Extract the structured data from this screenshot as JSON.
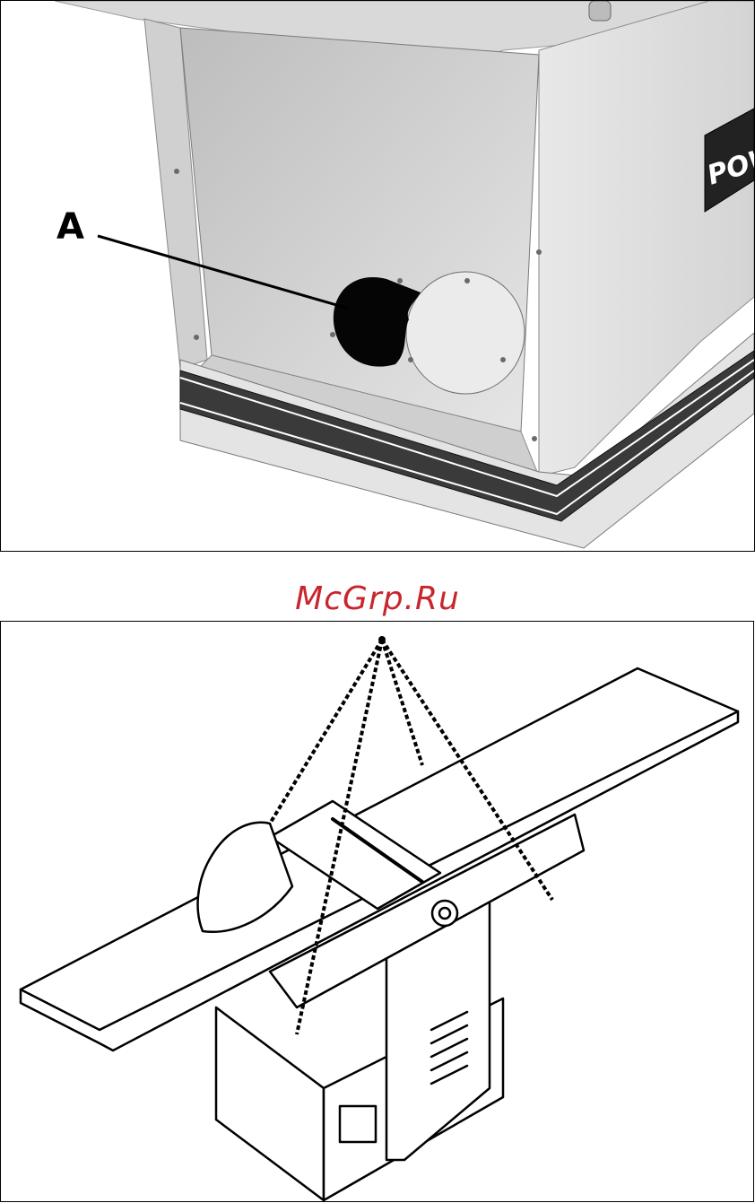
{
  "photo": {
    "callout_label": "A",
    "brand_partial": "POW"
  },
  "watermark": {
    "text": "McGrp.Ru",
    "color": "#c8262c"
  },
  "illustration": {
    "subject": "jointer-lifted-by-chains"
  }
}
